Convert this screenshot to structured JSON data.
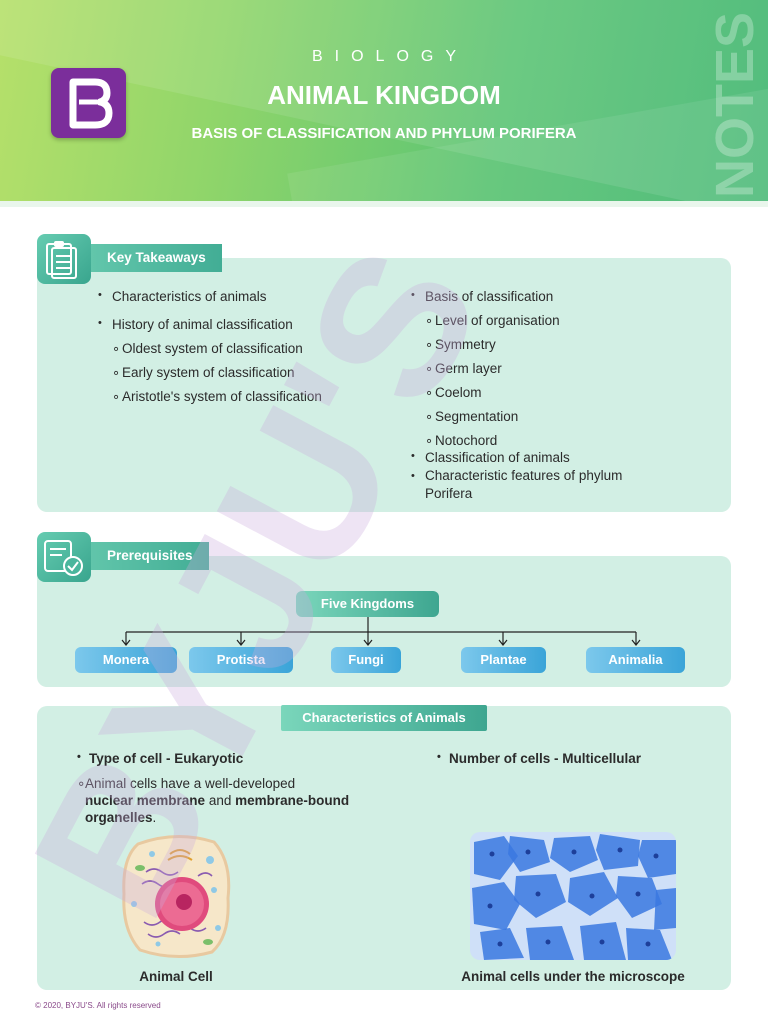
{
  "header": {
    "subject": "BIOLOGY",
    "title": "ANIMAL KINGDOM",
    "subtitle": "BASIS OF CLASSIFICATION AND PHYLUM PORIFERA",
    "side_label": "NOTES"
  },
  "watermark": "BYJU'S",
  "key_takeaways": {
    "heading": "Key Takeaways",
    "left": [
      {
        "text": "Characteristics of animals",
        "level": 1
      },
      {
        "text": "History of animal classification",
        "level": 1
      },
      {
        "text": "Oldest system of classification",
        "level": 2
      },
      {
        "text": "Early system of classification",
        "level": 2
      },
      {
        "text": "Aristotle's system of classification",
        "level": 2
      }
    ],
    "right": [
      {
        "text": "Basis of classification",
        "level": 1
      },
      {
        "text": "Level of organisation",
        "level": 2
      },
      {
        "text": "Symmetry",
        "level": 2
      },
      {
        "text": "Germ layer",
        "level": 2
      },
      {
        "text": "Coelom",
        "level": 2
      },
      {
        "text": "Segmentation",
        "level": 2
      },
      {
        "text": "Notochord",
        "level": 2
      },
      {
        "text": "Classification of animals",
        "level": 1
      },
      {
        "text": "Characteristic features of phylum Porifera",
        "level": 1
      }
    ]
  },
  "prerequisites": {
    "heading": "Prerequisites",
    "root": "Five Kingdoms",
    "kingdoms": [
      "Monera",
      "Protista",
      "Fungi",
      "Plantae",
      "Animalia"
    ]
  },
  "characteristics": {
    "heading": "Characteristics of Animals",
    "left_bullet": "Type of cell - Eukaryotic",
    "left_sub_1": "Animal cells have a well-developed",
    "left_sub_2a": "nuclear membrane",
    "left_sub_2b": " and ",
    "left_sub_2c": "membrane-bound",
    "left_sub_3a": "organelles",
    "left_sub_3b": ".",
    "right_bullet": "Number of cells - Multicellular",
    "caption_left": "Animal Cell",
    "caption_right": "Animal cells under the microscope"
  },
  "footer": "© 2020, BYJU'S. All rights reserved",
  "colors": {
    "panel": "#d2efe4",
    "header_green": "#5cc474",
    "tab_green": "#42ad95",
    "pill_blue": "#3aa4d8",
    "logo_purple": "#7b2e9b"
  }
}
